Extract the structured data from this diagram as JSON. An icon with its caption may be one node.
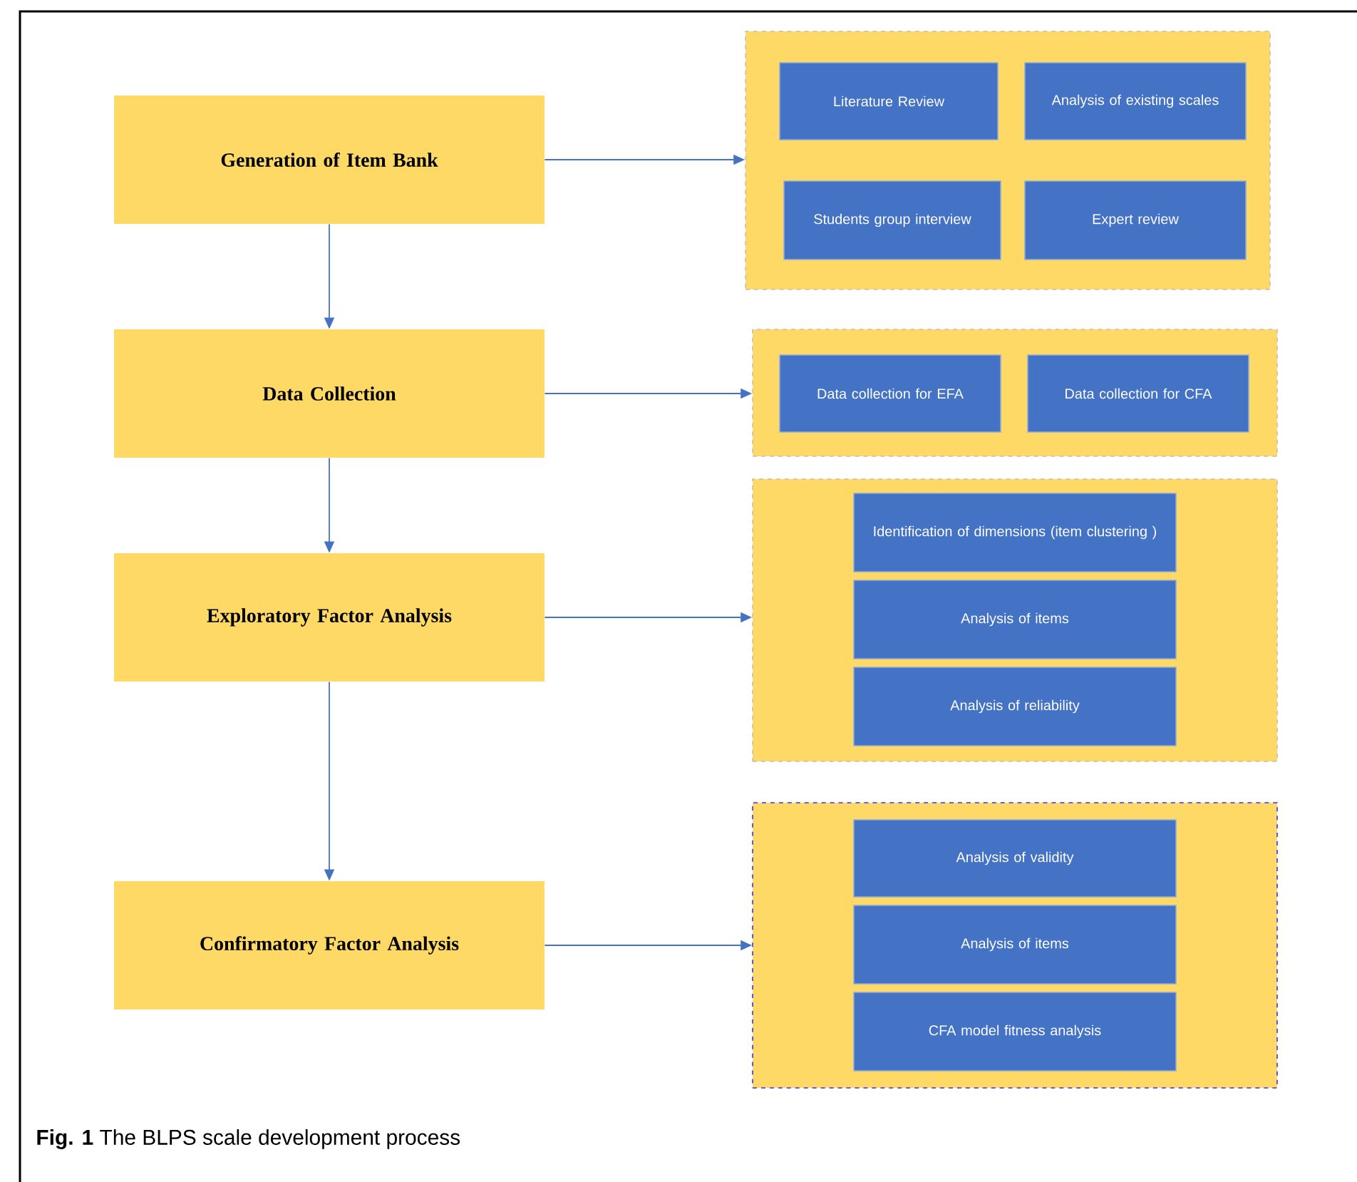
{
  "diagram": {
    "caption": "**Fig. 1** The BLPS scale development process",
    "nodes": [
      {
        "text": [
          "Generation of Item Bank"
        ]
      },
      {
        "text": [],
        "shape": "box"
      },
      {
        "text": [
          "Literature Review"
        ],
        "in": 1
      },
      {
        "text": [
          "Analysis of existing scales"
        ],
        "in": 1
      },
      {
        "text": [
          "Students group interview"
        ],
        "in": 1
      },
      {
        "text": [
          "Expert review"
        ],
        "in": 1
      },
      {
        "text": [
          "Data Collection"
        ]
      },
      {
        "text": [],
        "shape": "box"
      },
      {
        "text": [
          "Data collection for EFA"
        ],
        "in": 7
      },
      {
        "text": [
          "Data collection for CFA"
        ],
        "in": 7
      },
      {
        "text": [
          "Exploratory Factor Analysis"
        ]
      },
      {
        "text": [],
        "shape": "box"
      },
      {
        "text": [
          "Identification of dimensions (item clustering )"
        ],
        "in": 11
      },
      {
        "text": [
          "Analysis of items"
        ],
        "in": 11
      },
      {
        "text": [
          "Analysis of reliability"
        ],
        "in": 11
      },
      {
        "text": [
          "Confirmatory Factor Analysis"
        ]
      },
      {
        "text": [],
        "shape": "box"
      },
      {
        "text": [
          "Analysis of validity"
        ],
        "in": 16
      },
      {
        "text": [
          "Analysis of items"
        ],
        "in": 16
      },
      {
        "text": [
          "CFA model fitness analysis"
        ],
        "in": 16
      }
    ],
    "edges": [
      {
        "from": 0,
        "to": 1,
        "arrow": "to"
      },
      {
        "from": 0,
        "to": 6,
        "arrow": "to"
      },
      {
        "from": 6,
        "to": 7,
        "arrow": "to"
      },
      {
        "from": 6,
        "to": 10,
        "arrow": "to"
      },
      {
        "from": 10,
        "to": 11,
        "arrow": "to"
      },
      {
        "from": 10,
        "to": 15,
        "arrow": "to"
      },
      {
        "from": 15,
        "to": 16,
        "arrow": "to"
      }
    ]
  }
}
